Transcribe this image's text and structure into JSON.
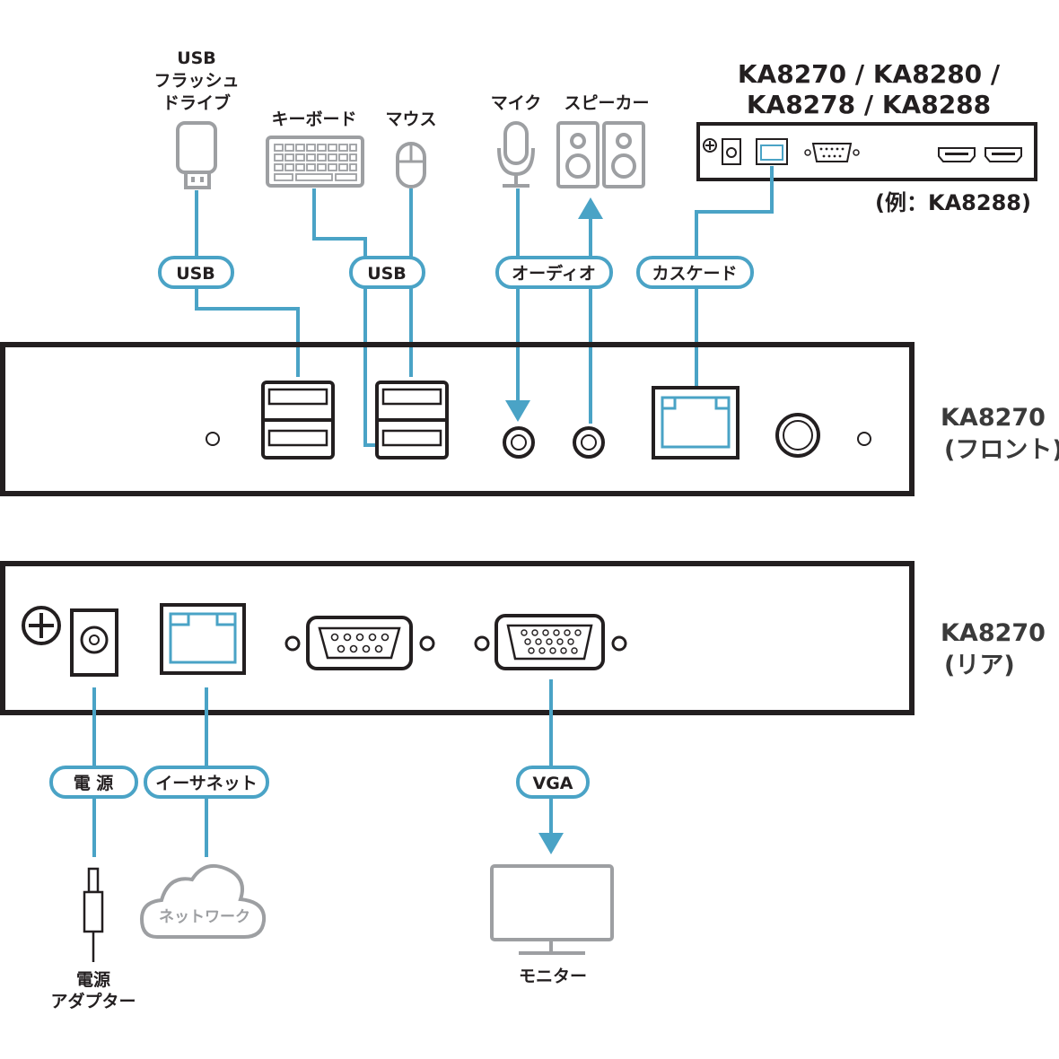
{
  "labels": {
    "usb_flash": [
      "USB",
      "フラッシュ",
      "ドライブ"
    ],
    "keyboard": "キーボード",
    "mouse": "マウス",
    "mic": "マイク",
    "speaker": "スピーカー",
    "models": [
      "KA8270 / KA8280 /",
      "KA8278 / KA8288"
    ],
    "example": "(例：KA8288)",
    "front_model": "KA8270",
    "front_side": "(フロント)",
    "rear_model": "KA8270",
    "rear_side": "(リア)",
    "power_adapter": [
      "電源",
      "アダプター"
    ],
    "network": "ネットワーク",
    "monitor": "モニター"
  },
  "pills": {
    "usb1": "USB",
    "usb2": "USB",
    "audio": "オーディオ",
    "cascade": "カスケード",
    "power": "電 源",
    "ethernet": "イーサネット",
    "vga": "VGA"
  },
  "colors": {
    "wire": "#4aa3c6",
    "device": "#231f20",
    "peripheral": "#9d9fa2"
  }
}
